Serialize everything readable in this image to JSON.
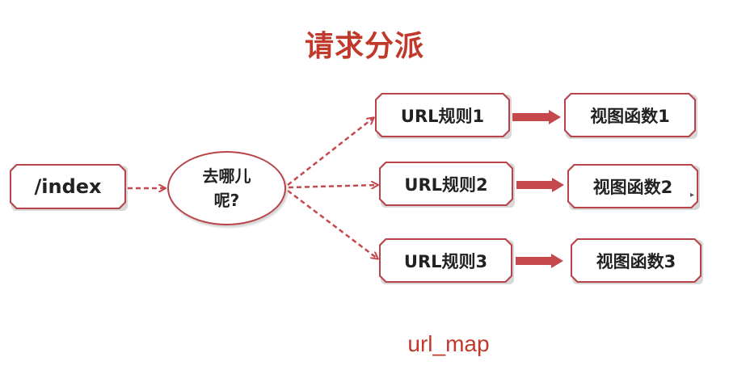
{
  "title": "请求分派",
  "source_node": {
    "label": "/index"
  },
  "decision_node": {
    "line1": "去哪儿",
    "line2": "呢?"
  },
  "rules": [
    {
      "rule_label": "URL规则1",
      "view_label": "视图函数1"
    },
    {
      "rule_label": "URL规则2",
      "view_label": "视图函数2"
    },
    {
      "rule_label": "URL规则3",
      "view_label": "视图函数3"
    }
  ],
  "caption": "url_map",
  "colors": {
    "accent": "#c0392b",
    "border": "#b8444a",
    "arrow": "#c5484d"
  }
}
